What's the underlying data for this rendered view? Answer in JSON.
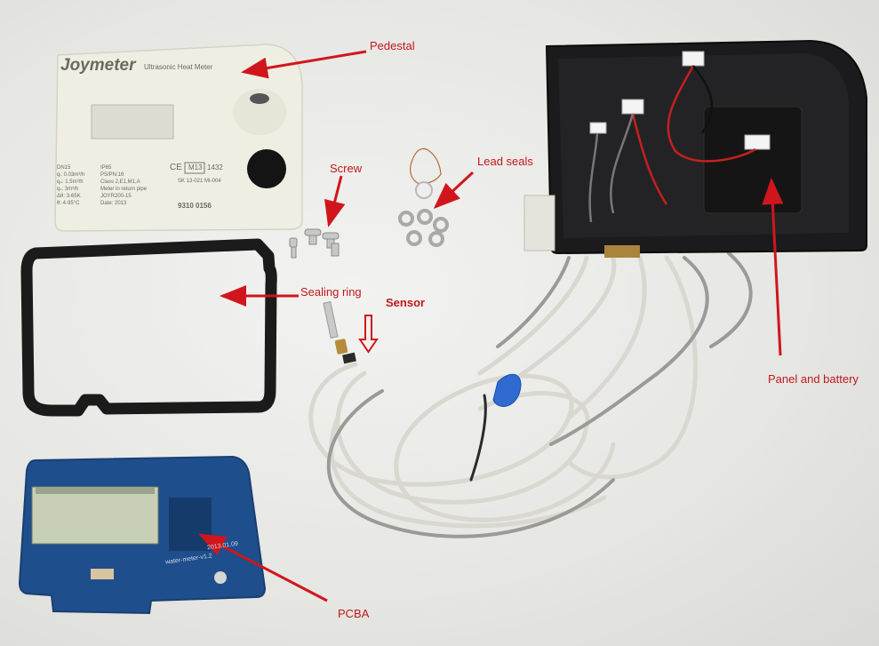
{
  "labels": {
    "pedestal": "Pedestal",
    "screw": "Screw",
    "lead_seals": "Lead seals",
    "sealing_ring": "Sealing ring",
    "sensor": "Sensor",
    "panel_and_battery": "Panel and battery",
    "pcba": "PCBA"
  },
  "meter_cover": {
    "brand": "Joymeter",
    "model": "Ultrasonic Heat Meter",
    "ce_mark": "CE",
    "ce_code": "M13",
    "ce_number": "1432",
    "spec_left": [
      "DN15",
      "qᵢ: 0.03m³/h",
      "qₚ: 1.5m³/h",
      "qₛ: 3m³/h",
      "Δθ: 3-65K",
      "θ: 4-95°C"
    ],
    "spec_right": [
      "IP65",
      "PS/PN:16",
      "Class 2,E1,M1,A",
      "Meter in return pipe",
      "JOYR200-15",
      "Date: 2013"
    ],
    "cert": "SK 13-021 MI-004",
    "serial": "9310    0156"
  },
  "pcb": {
    "date": "2013.01.09",
    "version": "water-meter-v1.2"
  },
  "colors": {
    "annotation": "#c0181c",
    "pcb": "#1f4e8c",
    "housing": "#1b1b1d",
    "cover": "#efeee2"
  }
}
